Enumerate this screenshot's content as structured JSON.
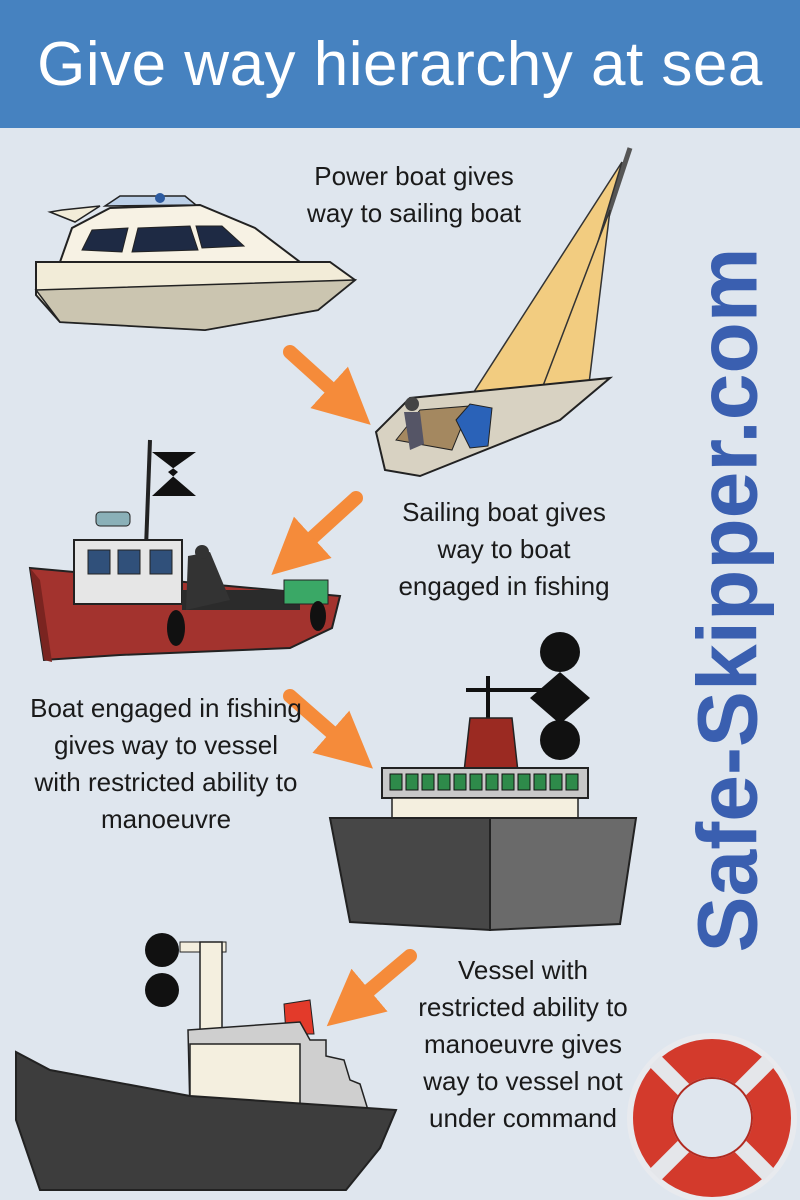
{
  "header": {
    "title": "Give way hierarchy at sea"
  },
  "captions": {
    "power_to_sail": "Power boat gives way to sailing boat",
    "sail_to_fishing": "Sailing boat gives way to boat engaged in fishing",
    "fishing_to_ram": "Boat engaged in fishing gives way to vessel with restricted ability to manoeuvre",
    "ram_to_nuc": "Vessel with restricted ability to manoeuvre gives way to vessel not under command"
  },
  "brand": {
    "text": "Safe-Skipper.com"
  },
  "colors": {
    "header_bg": "#4682c0",
    "background": "#dfe6ee",
    "arrow": "#f58b3a",
    "brand": "#3a5fb0",
    "lifebuoy": "#d33a2c"
  }
}
